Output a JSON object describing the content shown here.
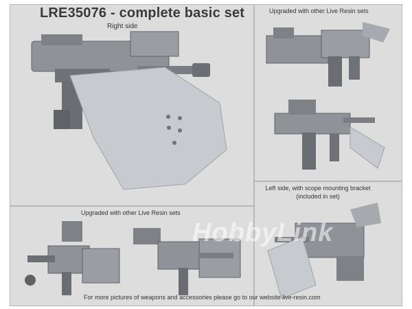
{
  "title": "LRE35076 - complete basic set",
  "captions": {
    "right_side": "Right side",
    "upgraded_top": "Upgraded with other Live Resin sets",
    "left_side_line1": "Left side, with scope mounting bracket",
    "left_side_line2": "(included in set)",
    "upgraded_bottom": "Upgraded with other Live Resin sets"
  },
  "footer": "For more pictures of weapons and accessories please go to our website live-resin.com",
  "watermark": "HobbyLink",
  "colors": {
    "resin_gray": "#8f9398",
    "resin_dark": "#5f6368",
    "shield_light": "#c7cbd0",
    "background": "#dcdcdc"
  }
}
